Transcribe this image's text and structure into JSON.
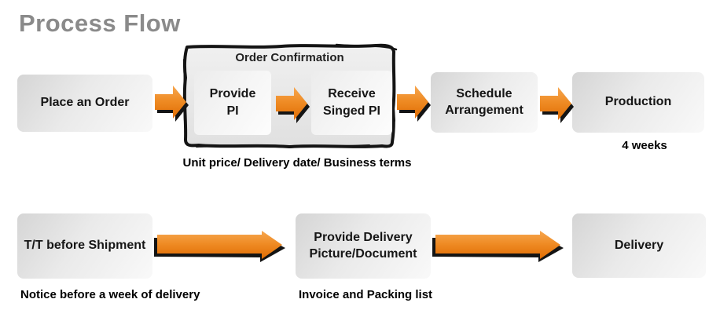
{
  "title": "Process Flow",
  "colors": {
    "accent_orange": "#EE8211",
    "arrow_shadow": "#141414",
    "title_gray": "#8A8A8A",
    "box_fill_light": "#EAEAEA",
    "text_dark": "#1A1A1A"
  },
  "top_row": {
    "place_order": {
      "label": "Place an Order"
    },
    "order_confirmation": {
      "label": "Order Confirmation",
      "provide_pi": {
        "label": "Provide\nPI"
      },
      "receive_signed_pi": {
        "label": "Receive\nSinged PI"
      },
      "note": "Unit price/ Delivery date/ Business terms"
    },
    "schedule_arrangement": {
      "label": "Schedule\nArrangement"
    },
    "production": {
      "label": "Production",
      "note": "4 weeks"
    }
  },
  "bottom_row": {
    "tt_before_shipment": {
      "label": "T/T before Shipment",
      "note": "Notice before a week of delivery"
    },
    "provide_delivery": {
      "label": "Provide Delivery\nPicture/Document",
      "note": "Invoice and Packing list"
    },
    "delivery": {
      "label": "Delivery"
    }
  }
}
